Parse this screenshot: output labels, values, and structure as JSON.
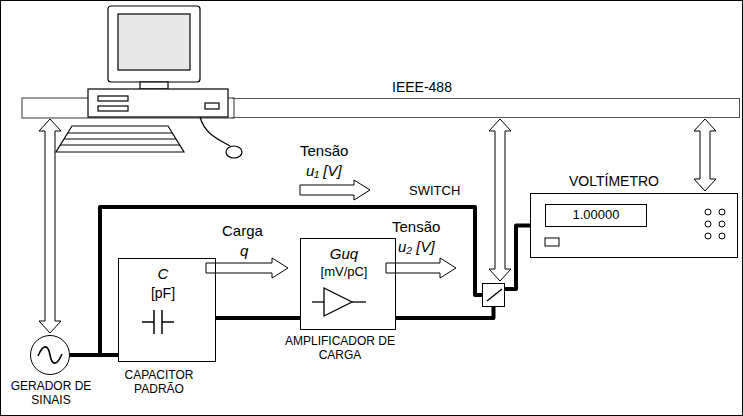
{
  "diagram": {
    "nodes": [
      {
        "text": [
          "IEEE-488"
        ]
      },
      {
        "text": [
          "GERADOR DE SINAIS"
        ]
      },
      {
        "text": [
          "C",
          "[pF]",
          "CAPACITOR PADRÃO"
        ]
      },
      {
        "text": [
          "Guq",
          "[mV/pC]",
          "AMPLIFICADOR DE CARGA"
        ]
      },
      {
        "text": [
          "SWITCH"
        ]
      },
      {
        "text": [
          "1.00000",
          "VOLTÍMETRO"
        ]
      }
    ],
    "edges": [
      {
        "from": 0,
        "to": 1,
        "arrow": "both"
      },
      {
        "from": 0,
        "to": 4,
        "arrow": "both"
      },
      {
        "from": 0,
        "to": 5,
        "arrow": "both"
      },
      {
        "from": 1,
        "to": 2,
        "arrow": "none"
      },
      {
        "from": 2,
        "to": 3,
        "arrow": "none"
      },
      {
        "from": 3,
        "to": 4,
        "arrow": "none"
      },
      {
        "from": 1,
        "to": 4,
        "arrow": "none"
      },
      {
        "from": 4,
        "to": 5,
        "arrow": "none"
      }
    ],
    "labels": [
      "Tensão",
      "u₁ [V]",
      "Carga",
      "q",
      "Tensão",
      "u₂ [V]"
    ]
  }
}
